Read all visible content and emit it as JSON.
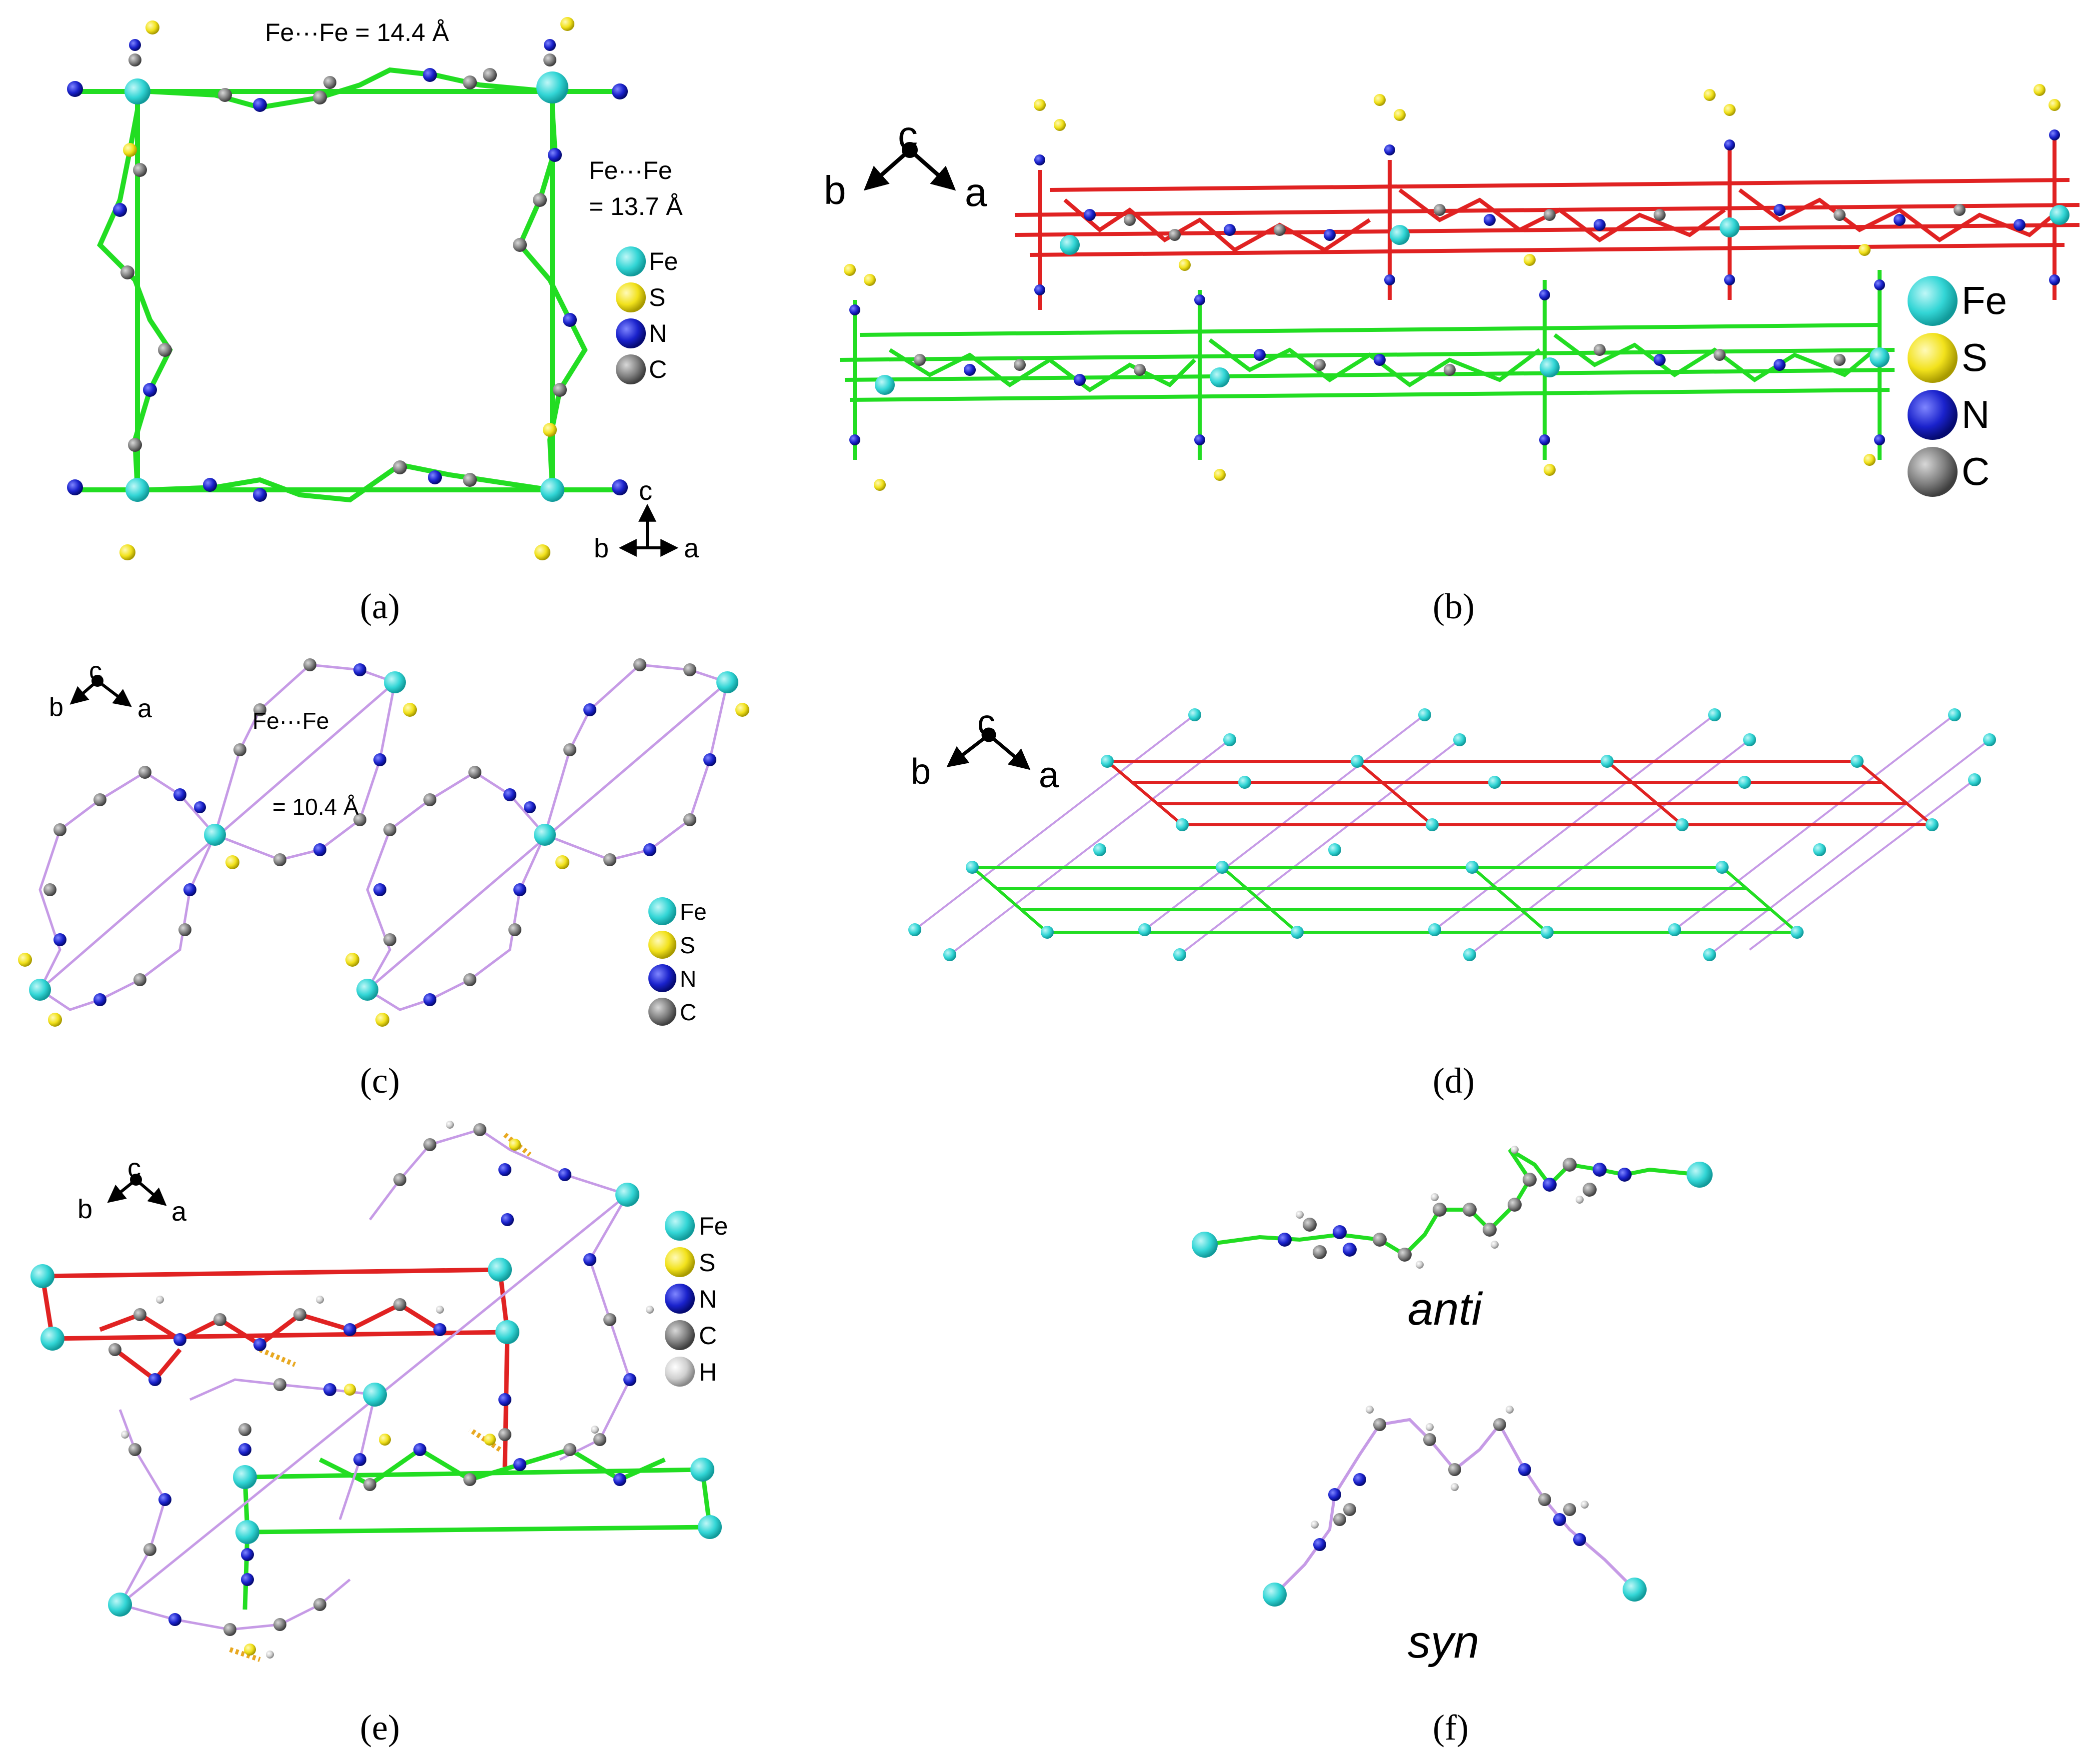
{
  "panels": {
    "a": {
      "caption": "(a)",
      "dist_horizontal": "Fe···Fe = 14.4 Å",
      "dist_vertical_1": "Fe···Fe",
      "dist_vertical_2": "= 13.7 Å",
      "axes": {
        "c": "c",
        "b": "b",
        "a": "a"
      }
    },
    "b": {
      "caption": "(b)",
      "axes": {
        "c": "c",
        "b": "b",
        "a": "a"
      }
    },
    "c": {
      "caption": "(c)",
      "dist_1": "Fe···Fe",
      "dist_2": "= 10.4 Å",
      "axes": {
        "c": "c",
        "b": "b",
        "a": "a"
      }
    },
    "d": {
      "caption": "(d)",
      "axes": {
        "c": "c",
        "b": "b",
        "a": "a"
      }
    },
    "e": {
      "caption": "(e)",
      "axes": {
        "c": "c",
        "b": "b",
        "a": "a"
      }
    },
    "f": {
      "caption": "(f)",
      "anti": "anti",
      "syn": "syn"
    }
  },
  "legend": {
    "fe": "Fe",
    "s": "S",
    "n": "N",
    "c": "C",
    "h": "H"
  },
  "colors": {
    "fe": "#33d6d6",
    "s": "#f2e21c",
    "n": "#1a22cc",
    "c": "#808080",
    "h": "#d0d0d0",
    "green_net": "#22dd22",
    "red_net": "#e02222",
    "violet_net": "#c69be6",
    "hbond": "#e8a820"
  }
}
